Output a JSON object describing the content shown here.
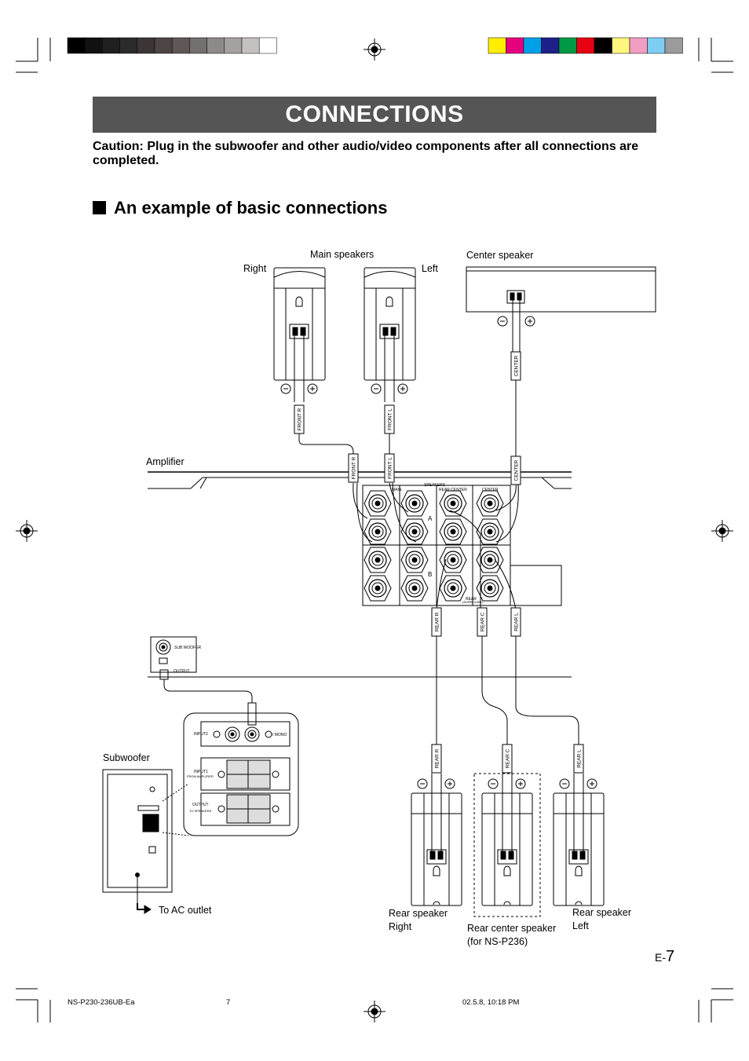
{
  "title": "CONNECTIONS",
  "caution": "Caution: Plug in the subwoofer and other audio/video components after all connections are completed.",
  "section_title": "An example of basic connections",
  "labels": {
    "main_speakers": "Main speakers",
    "right": "Right",
    "left": "Left",
    "center_speaker": "Center speaker",
    "amplifier": "Amplifier",
    "subwoofer": "Subwoofer",
    "to_ac_outlet": "To AC outlet",
    "rear_speaker_right_1": "Rear speaker",
    "rear_speaker_right_2": "Right",
    "rear_center_1": "Rear center speaker",
    "rear_center_2": "(for NS-P236)",
    "rear_speaker_left_1": "Rear speaker",
    "rear_speaker_left_2": "Left"
  },
  "cable_tags": {
    "front_r": "FRONT R",
    "front_l": "FRONT L",
    "center": "CENTER",
    "rear_r": "REAR R",
    "rear_c": "REAR C",
    "rear_l": "REAR L"
  },
  "panel_text": {
    "speakers": "SPEAKERS",
    "main": "MAIN",
    "rear_center": "REAR CENTER",
    "center": "CENTER",
    "rear": "REAR",
    "surround": "(SURROUND)",
    "a": "A",
    "b": "B",
    "sub_woofer": "SUB WOOFER",
    "output": "OUTPUT",
    "input2": "INPUT2",
    "mono": "/ MONO",
    "input1": "INPUT1",
    "from_amplifier": "FROM AMPLIFIER",
    "output2": "OUTPUT",
    "to_speakers": "TO SPEAKERS"
  },
  "footer": {
    "doc_id": "NS-P230-236UB-Ea",
    "page": "7",
    "date": "02.5.8, 10:18 PM"
  },
  "page_number": {
    "prefix": "E-",
    "number": "7"
  },
  "colors": {
    "title_bg": "#555555",
    "gray_bars": [
      "#000000",
      "#111111",
      "#1f1f1f",
      "#2b2b2b",
      "#3b3535",
      "#4d4645",
      "#5f5857",
      "#757070",
      "#8d8a89",
      "#a6a2a1",
      "#c5c1c0",
      "#ffffff"
    ],
    "color_bars": [
      "#ffee00",
      "#e6007e",
      "#00a0e9",
      "#1d2088",
      "#009944",
      "#e60012",
      "#000000",
      "#fff57f",
      "#f19ec2",
      "#7ecef4",
      "#9b9b9b"
    ]
  }
}
